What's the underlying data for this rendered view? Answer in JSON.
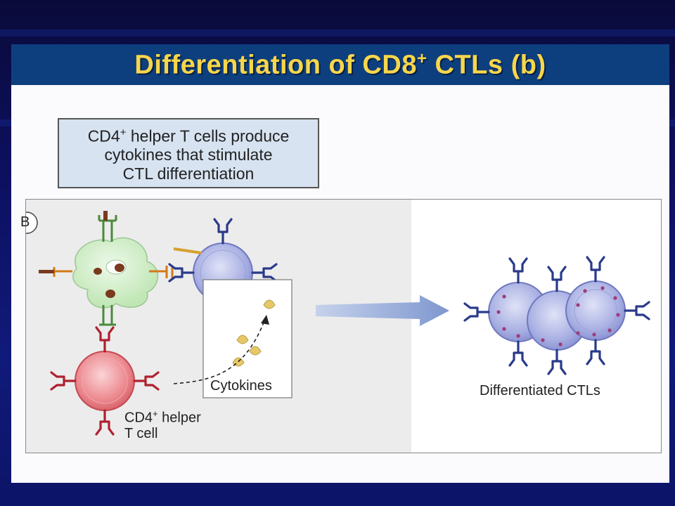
{
  "slide": {
    "title_main": "Differentiation of CD8",
    "title_sup": "+",
    "title_tail": " CTLs (b)"
  },
  "caption": {
    "line1_pre": "CD4",
    "line1_sup": "+",
    "line1_post": " helper T cells produce",
    "line2": "cytokines that stimulate",
    "line3": "CTL differentiation"
  },
  "figure": {
    "panel_letter": "B",
    "cytokines_label": "Cytokines",
    "helper_label_pre": "CD4",
    "helper_label_sup": "+",
    "helper_label_post": " helper",
    "helper_label_line2": "T cell",
    "result_label": "Differentiated CTLs"
  },
  "colors": {
    "background": "#0d1060",
    "header": "#0d3f7e",
    "title": "#f7d64a",
    "caption_box": "#d7e3f1",
    "apc": "#c9ecc0",
    "ctl_cell": "#b8bde8",
    "helper_cell": "#e87a80",
    "receptor_blue": "#2a3a8a",
    "receptor_red": "#b02030",
    "cytokine": "#e6c86a",
    "arrow": "#8fa6d6"
  }
}
